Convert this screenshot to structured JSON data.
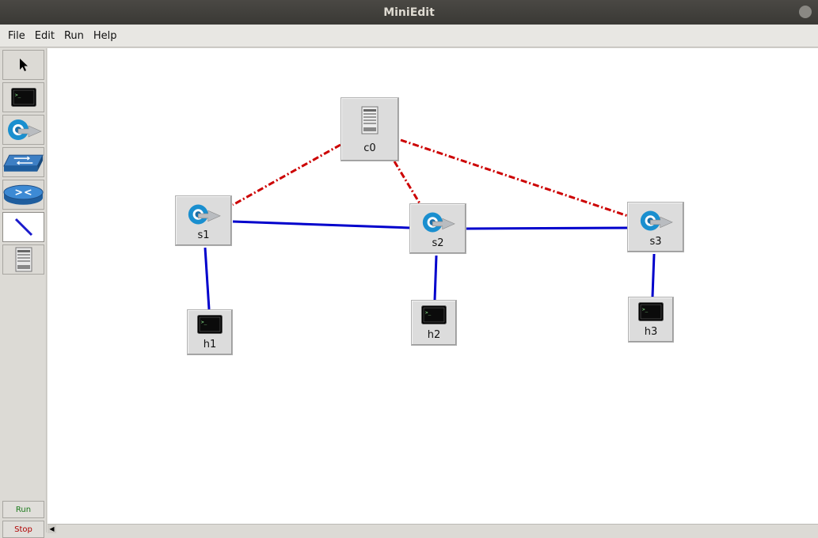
{
  "window": {
    "title": "MiniEdit"
  },
  "menu": [
    "File",
    "Edit",
    "Run",
    "Help"
  ],
  "toolbox": {
    "tools": [
      {
        "name": "select-tool",
        "icon": "arrow-cursor-icon"
      },
      {
        "name": "host-tool",
        "icon": "terminal-icon"
      },
      {
        "name": "switch-tool",
        "icon": "openflow-switch-icon"
      },
      {
        "name": "legacy-switch-tool",
        "icon": "legacy-switch-icon"
      },
      {
        "name": "legacy-router-tool",
        "icon": "router-icon"
      },
      {
        "name": "link-tool",
        "icon": "link-icon"
      },
      {
        "name": "controller-tool",
        "icon": "server-icon"
      }
    ],
    "run_label": "Run",
    "stop_label": "Stop"
  },
  "topology": {
    "controllers": [
      {
        "label": "c0"
      }
    ],
    "switches": [
      {
        "label": "s1"
      },
      {
        "label": "s2"
      },
      {
        "label": "s3"
      }
    ],
    "hosts": [
      {
        "label": "h1"
      },
      {
        "label": "h2"
      },
      {
        "label": "h3"
      }
    ],
    "links": [
      {
        "from": "s1",
        "to": "s2",
        "kind": "data"
      },
      {
        "from": "s2",
        "to": "s3",
        "kind": "data"
      },
      {
        "from": "s1",
        "to": "h1",
        "kind": "data"
      },
      {
        "from": "s2",
        "to": "h2",
        "kind": "data"
      },
      {
        "from": "s3",
        "to": "h3",
        "kind": "data"
      },
      {
        "from": "c0",
        "to": "s1",
        "kind": "control"
      },
      {
        "from": "c0",
        "to": "s2",
        "kind": "control"
      },
      {
        "from": "c0",
        "to": "s3",
        "kind": "control"
      }
    ]
  },
  "colors": {
    "data_link": "#0000cc",
    "control_link": "#cc0000",
    "run_text": "#1a7a1a",
    "stop_text": "#b00000"
  }
}
